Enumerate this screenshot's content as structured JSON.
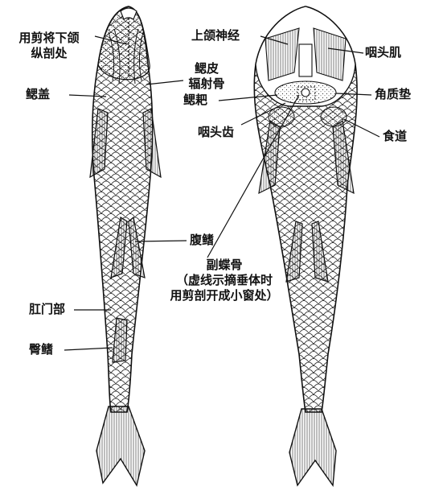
{
  "labels": {
    "cut_lower_jaw": [
      "用剪将下颌",
      "纵剖处"
    ],
    "gill_cover": "鳃盖",
    "gill_membrane": [
      "鳃皮",
      "辐射骨"
    ],
    "gill_raker": "鳃耙",
    "upper_jaw_nerve": "上颌神经",
    "pharyngeal_muscle": "咽头肌",
    "horny_pad": "角质垫",
    "pharyngeal_teeth": "咽头齿",
    "esophagus": "食道",
    "ventral_fin": "腹鳍",
    "accessory_sphenoid": [
      "副蝶骨",
      "（虚线示摘垂体时",
      "用剪剖开成小窗处）"
    ],
    "anal_region": "肛门部",
    "anal_fin": "臀鳍"
  },
  "colors": {
    "ink": "#111111",
    "paper": "#ffffff",
    "scale_shade": "#d8d8d8"
  }
}
